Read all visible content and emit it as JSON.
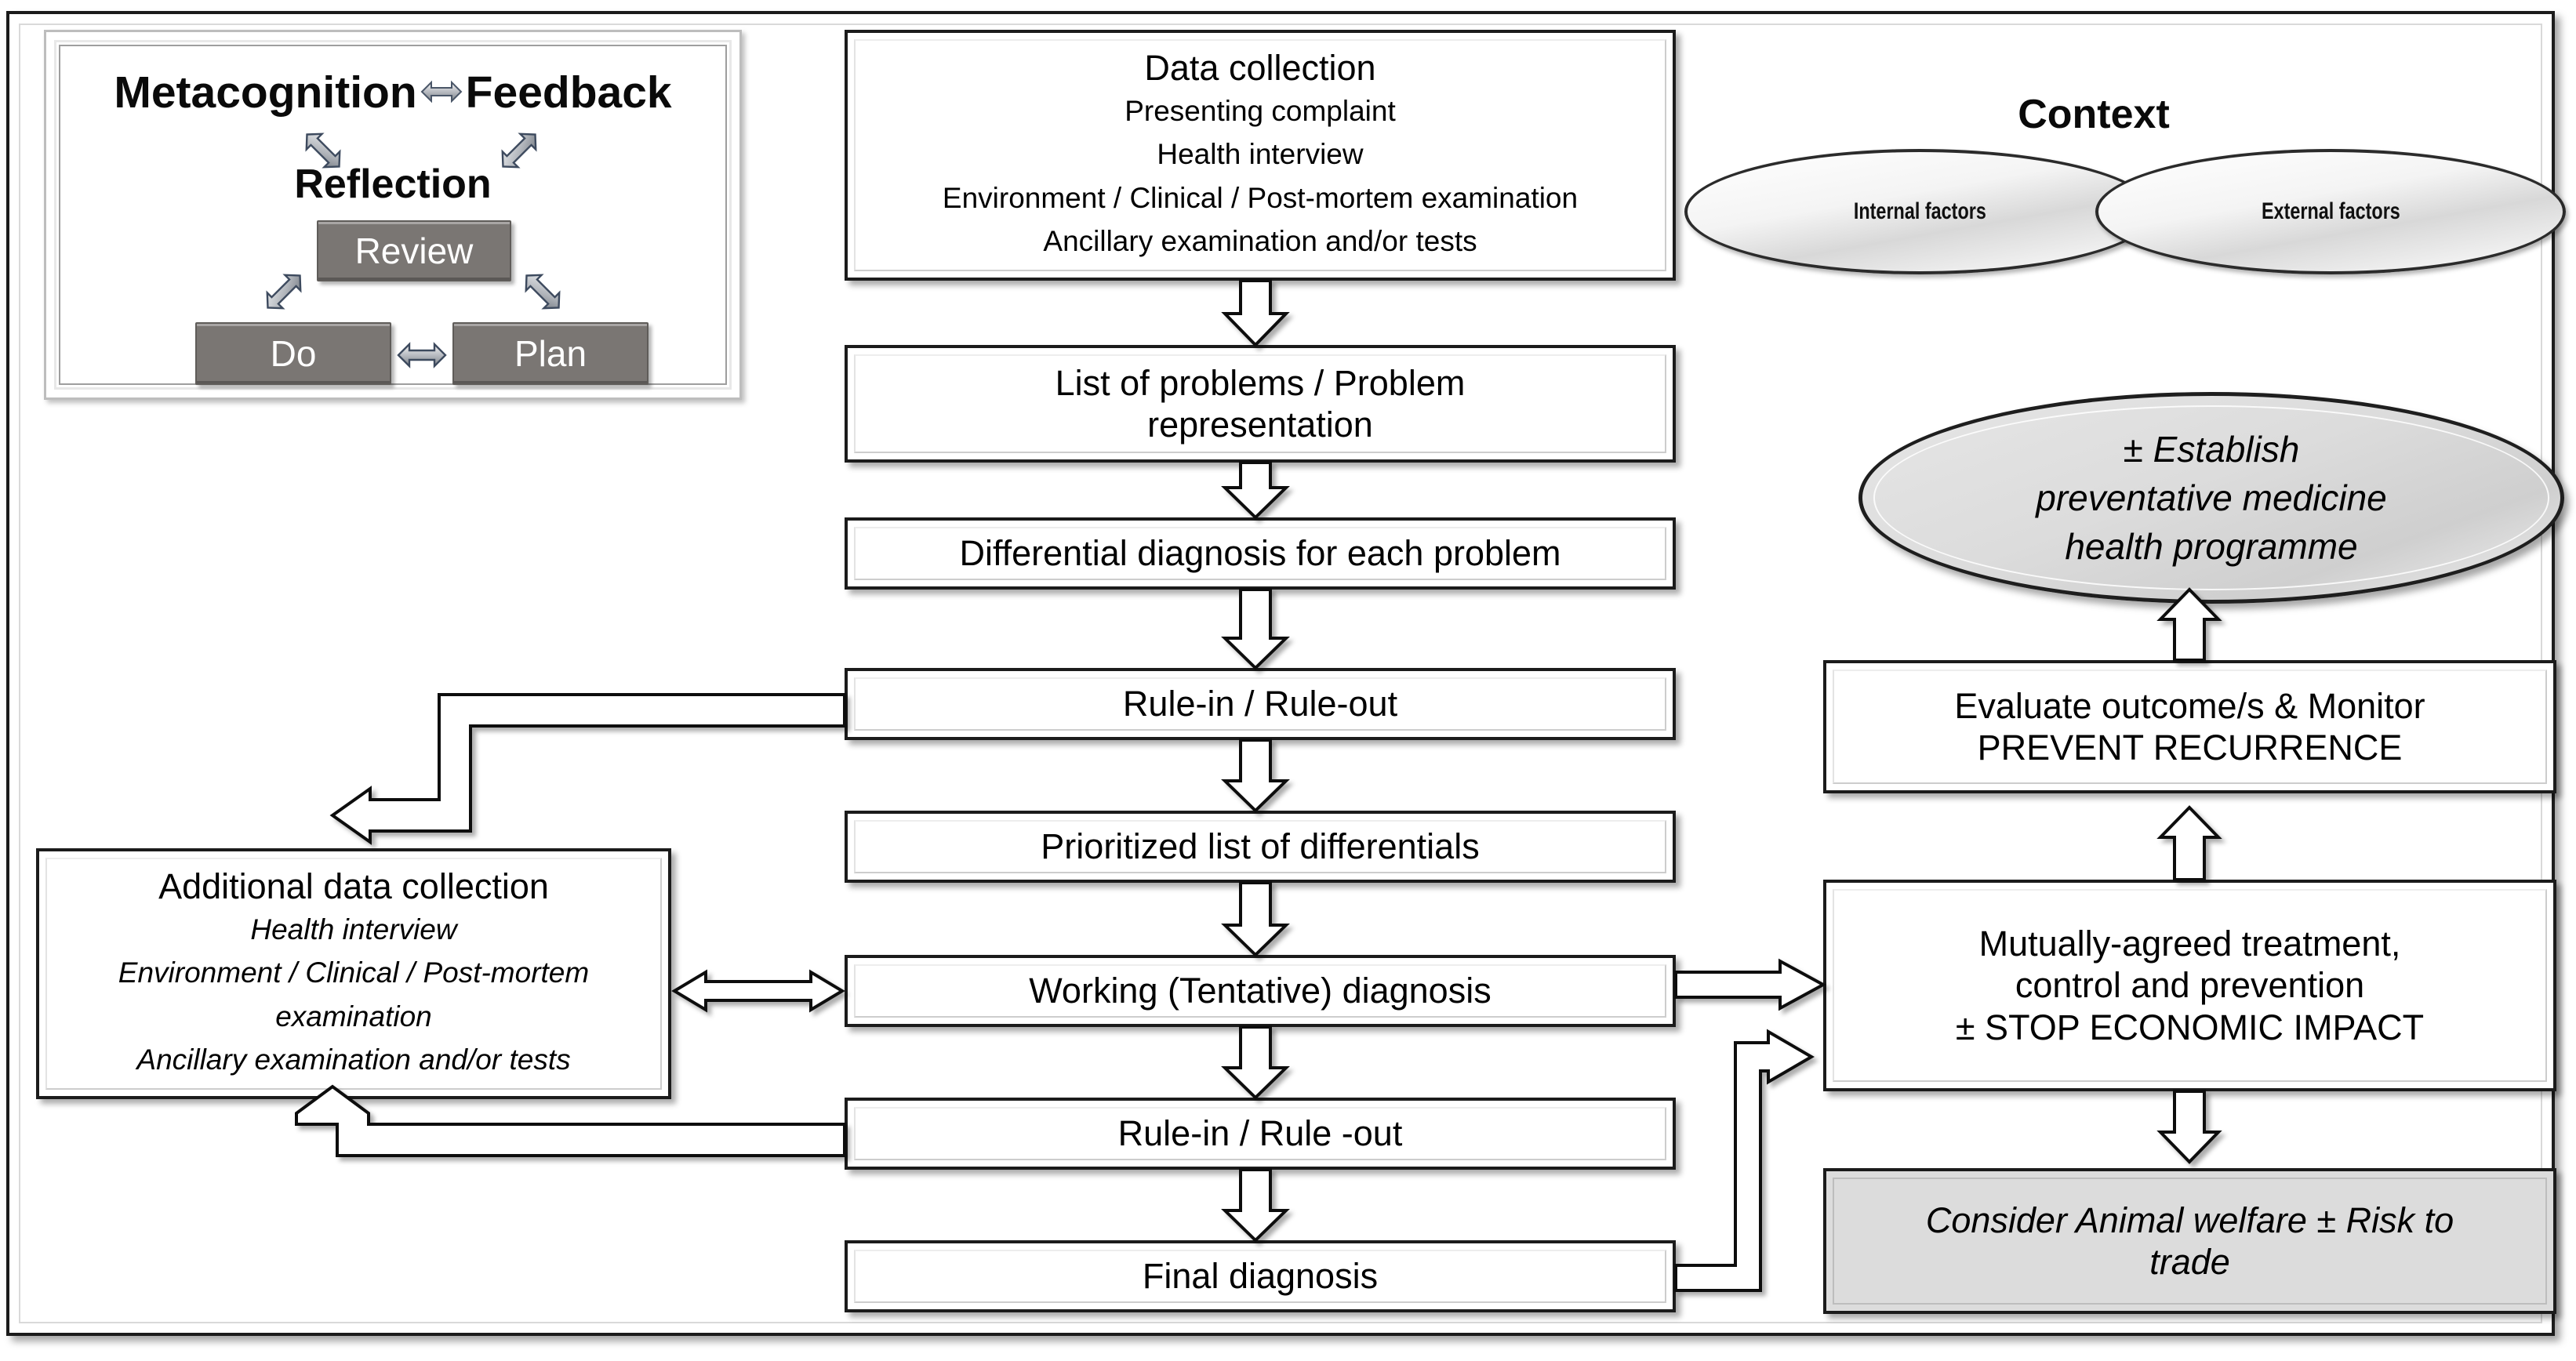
{
  "metacognition_panel": {
    "title_left": "Metacognition",
    "title_right": "Feedback",
    "reflection": "Reflection",
    "buttons": {
      "review": "Review",
      "do": "Do",
      "plan": "Plan"
    },
    "icons": {
      "horizontal_double_arrow": "left-right-arrow-icon",
      "diagonal_double_arrow": "diagonal-double-arrow-icon"
    },
    "button_color": "#7a7673",
    "button_text_color": "#ffffff"
  },
  "context": {
    "title": "Context",
    "left_ellipse": "Internal factors",
    "right_ellipse": "External factors"
  },
  "flow": {
    "data_collection": {
      "title": "Data collection",
      "lines": [
        "Presenting complaint",
        "Health interview",
        "Environment / Clinical / Post-mortem  examination",
        "Ancillary examination and/or tests"
      ]
    },
    "problem_list": {
      "line1": "List of problems / Problem",
      "line2": "representation"
    },
    "differential": "Differential diagnosis for each problem",
    "rule_in_out_1": "Rule-in / Rule-out",
    "prioritized": "Prioritized list of differentials",
    "working_diagnosis": "Working (Tentative) diagnosis",
    "rule_in_out_2": "Rule-in / Rule -out",
    "final_diagnosis": "Final diagnosis",
    "additional_data": {
      "title": "Additional data collection",
      "lines": [
        "Health interview",
        "Environment / Clinical / Post-mortem",
        "examination",
        "Ancillary examination and/or tests"
      ]
    }
  },
  "outcomes": {
    "preventative": {
      "line1": "± Establish",
      "line2": "preventative medicine",
      "line3": "health programme"
    },
    "evaluate": {
      "line1": "Evaluate outcome/s & Monitor",
      "line2": "PREVENT RECURRENCE"
    },
    "treatment": {
      "line1": "Mutually-agreed treatment,",
      "line2": "control and prevention",
      "line3": "± STOP ECONOMIC IMPACT"
    },
    "welfare": {
      "line1": "Consider Animal welfare ± Risk to",
      "line2": "trade"
    }
  },
  "colors": {
    "box_border": "#1b1b1b",
    "box_fill": "#ffffff",
    "shaded_fill": "#dcdcdc",
    "button_fill": "#7a7673",
    "arrow_stroke": "#111111",
    "arrow_fill": "#ffffff"
  }
}
